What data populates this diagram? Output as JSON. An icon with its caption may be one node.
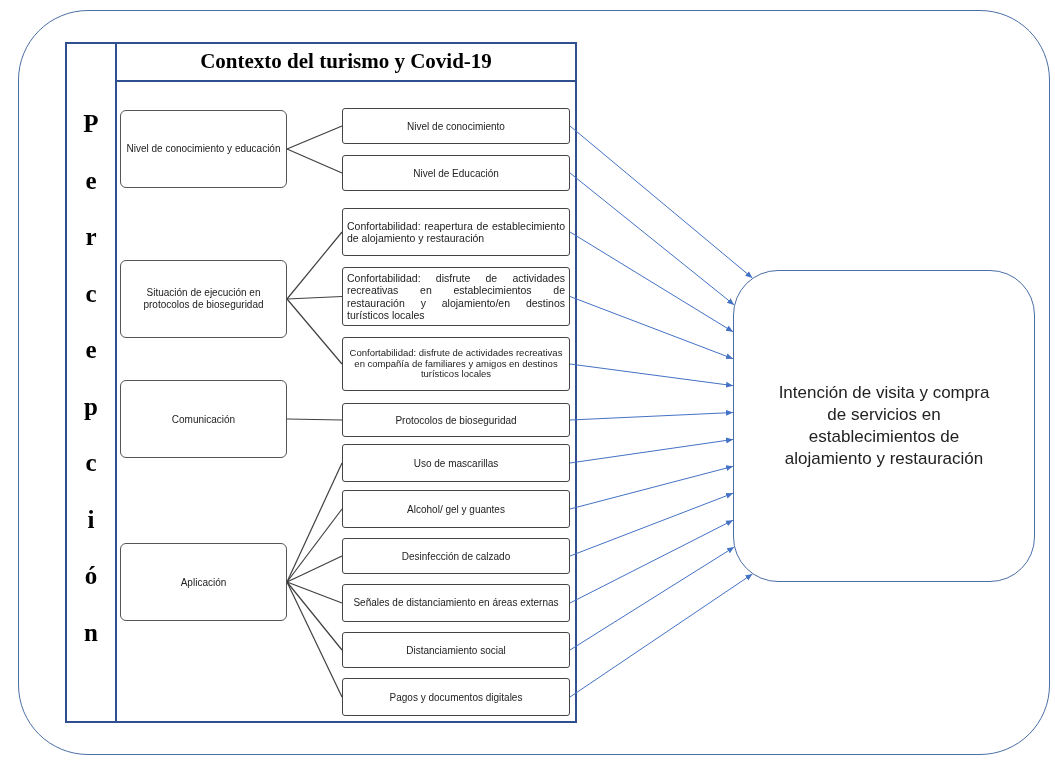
{
  "diagram": {
    "nodes": [
      {
        "text": [],
        "shape": "box"
      },
      {
        "text": [
          "Percepción",
          "Contexto del turismo y Covid-19"
        ],
        "in": 0
      },
      {
        "text": [
          "Nivel de conocimiento y educación"
        ],
        "in": 1
      },
      {
        "text": [
          "Nivel de conocimiento"
        ],
        "in": 1
      },
      {
        "text": [
          "Nivel de Educación"
        ],
        "in": 1
      },
      {
        "text": [
          "Situación de ejecución en protocolos de bioseguridad"
        ],
        "in": 1
      },
      {
        "text": [
          "Confortabilidad: reapertura de establecimiento de alojamiento y restauración"
        ],
        "in": 1
      },
      {
        "text": [
          "Confortabilidad: disfrute de actividades recreativas en establecimientos de restauración y alojamiento/en destinos turísticos locales"
        ],
        "in": 1
      },
      {
        "text": [
          "Confortabilidad: disfrute de actividades recreativas en compañía de familiares y amigos en destinos turísticos locales"
        ],
        "in": 1
      },
      {
        "text": [
          "Comunicación"
        ],
        "in": 1
      },
      {
        "text": [
          "Protocolos de bioseguridad"
        ],
        "in": 1
      },
      {
        "text": [
          "Aplicación"
        ],
        "in": 1
      },
      {
        "text": [
          "Uso de mascarillas"
        ],
        "in": 1
      },
      {
        "text": [
          "Alcohol/ gel y guantes"
        ],
        "in": 1
      },
      {
        "text": [
          "Desinfección de calzado"
        ],
        "in": 1
      },
      {
        "text": [
          "Señales de distanciamiento en áreas externas"
        ],
        "in": 1
      },
      {
        "text": [
          "Distanciamiento social"
        ],
        "in": 1
      },
      {
        "text": [
          "Pagos y documentos digitales"
        ],
        "in": 1
      },
      {
        "text": [
          "Intención de visita y compra de servicios en establecimientos de alojamiento y restauración"
        ],
        "in": 0
      }
    ],
    "edges": [
      {
        "from": 2,
        "to": 3,
        "arrow": "none",
        "color": "#404040"
      },
      {
        "from": 2,
        "to": 4,
        "arrow": "none",
        "color": "#404040"
      },
      {
        "from": 5,
        "to": 6,
        "arrow": "none",
        "color": "#404040"
      },
      {
        "from": 5,
        "to": 7,
        "arrow": "none",
        "color": "#404040"
      },
      {
        "from": 5,
        "to": 8,
        "arrow": "none",
        "color": "#404040"
      },
      {
        "from": 9,
        "to": 10,
        "arrow": "none",
        "color": "#404040"
      },
      {
        "from": 11,
        "to": 12,
        "arrow": "none",
        "color": "#404040"
      },
      {
        "from": 11,
        "to": 13,
        "arrow": "none",
        "color": "#404040"
      },
      {
        "from": 11,
        "to": 14,
        "arrow": "none",
        "color": "#404040"
      },
      {
        "from": 11,
        "to": 15,
        "arrow": "none",
        "color": "#404040"
      },
      {
        "from": 11,
        "to": 16,
        "arrow": "none",
        "color": "#404040"
      },
      {
        "from": 11,
        "to": 17,
        "arrow": "none",
        "color": "#404040"
      },
      {
        "from": 3,
        "to": 18,
        "arrow": "to",
        "color": "#4472c4"
      },
      {
        "from": 4,
        "to": 18,
        "arrow": "to",
        "color": "#4472c4"
      },
      {
        "from": 6,
        "to": 18,
        "arrow": "to",
        "color": "#4472c4"
      },
      {
        "from": 7,
        "to": 18,
        "arrow": "to",
        "color": "#4472c4"
      },
      {
        "from": 8,
        "to": 18,
        "arrow": "to",
        "color": "#4472c4"
      },
      {
        "from": 10,
        "to": 18,
        "arrow": "to",
        "color": "#4472c4"
      },
      {
        "from": 12,
        "to": 18,
        "arrow": "to",
        "color": "#4472c4"
      },
      {
        "from": 13,
        "to": 18,
        "arrow": "to",
        "color": "#4472c4"
      },
      {
        "from": 14,
        "to": 18,
        "arrow": "to",
        "color": "#4472c4"
      },
      {
        "from": 15,
        "to": 18,
        "arrow": "to",
        "color": "#4472c4"
      },
      {
        "from": 16,
        "to": 18,
        "arrow": "to",
        "color": "#4472c4"
      },
      {
        "from": 17,
        "to": 18,
        "arrow": "to",
        "color": "#4472c4"
      }
    ]
  }
}
